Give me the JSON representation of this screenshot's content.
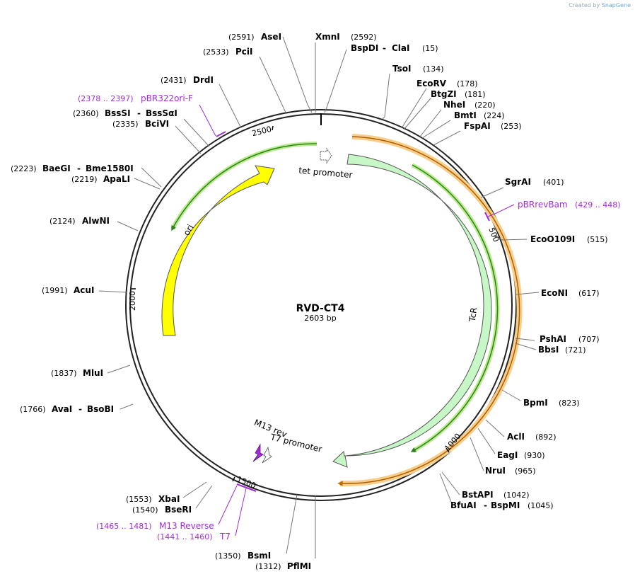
{
  "credit": {
    "prefix": "Created by",
    "brand": "SnapGene"
  },
  "plasmid": {
    "name": "RVD-CT4",
    "length_label": "2603 bp"
  },
  "ticks": [
    {
      "label": "500"
    },
    {
      "label": "1000"
    },
    {
      "label": "1500"
    },
    {
      "label": "2000"
    },
    {
      "label": "2500"
    }
  ],
  "features": [
    {
      "name": "tet promoter",
      "color": "#ffffff"
    },
    {
      "name": "TcR",
      "color": "#c7f7c7"
    },
    {
      "name": "ori",
      "color": "#ffff00"
    },
    {
      "name": "M13 rev",
      "color": "#a32cd6"
    },
    {
      "name": "T7 promoter",
      "color": "#ffffff"
    }
  ],
  "sites": [
    {
      "enzyme": "XmnI",
      "pos": "(2592)"
    },
    {
      "enzyme": "BspDI",
      "enzyme2": "ClaI",
      "pos": "(15)"
    },
    {
      "enzyme": "TsoI",
      "pos": "(134)"
    },
    {
      "enzyme": "EcoRV",
      "pos": "(178)"
    },
    {
      "enzyme": "BtgZI",
      "pos": "(181)"
    },
    {
      "enzyme": "NheI",
      "pos": "(220)"
    },
    {
      "enzyme": "BmtI",
      "pos": "(224)"
    },
    {
      "enzyme": "FspAI",
      "pos": "(253)"
    },
    {
      "enzyme": "SgrAI",
      "pos": "(401)"
    },
    {
      "enzyme": "EcoO109I",
      "pos": "(515)"
    },
    {
      "enzyme": "EcoNI",
      "pos": "(617)"
    },
    {
      "enzyme": "PshAI",
      "pos": "(707)"
    },
    {
      "enzyme": "BbsI",
      "pos": "(721)"
    },
    {
      "enzyme": "BpmI",
      "pos": "(823)"
    },
    {
      "enzyme": "AclI",
      "pos": "(892)"
    },
    {
      "enzyme": "EagI",
      "pos": "(930)"
    },
    {
      "enzyme": "NruI",
      "pos": "(965)"
    },
    {
      "enzyme": "BstAPI",
      "pos": "(1042)"
    },
    {
      "enzyme": "BfuAI",
      "enzyme2": "BspMI",
      "pos": "(1045)"
    },
    {
      "enzyme": "PflMI",
      "pos": "(1312)"
    },
    {
      "enzyme": "BsmI",
      "pos": "(1350)"
    },
    {
      "enzyme": "BseRI",
      "pos": "(1540)"
    },
    {
      "enzyme": "XbaI",
      "pos": "(1553)"
    },
    {
      "enzyme": "AvaI",
      "enzyme2": "BsoBI",
      "pos": "(1766)"
    },
    {
      "enzyme": "MluI",
      "pos": "(1837)"
    },
    {
      "enzyme": "AcuI",
      "pos": "(1991)"
    },
    {
      "enzyme": "AlwNI",
      "pos": "(2124)"
    },
    {
      "enzyme": "ApaLI",
      "pos": "(2219)"
    },
    {
      "enzyme": "BaeGI",
      "enzyme2": "Bme1580I",
      "pos": "(2223)"
    },
    {
      "enzyme": "BciVI",
      "pos": "(2335)"
    },
    {
      "enzyme": "BssSI",
      "enzyme2": "BssSαI",
      "pos": "(2360)"
    },
    {
      "enzyme": "DrdI",
      "pos": "(2431)"
    },
    {
      "enzyme": "PciI",
      "pos": "(2533)"
    },
    {
      "enzyme": "AseI",
      "pos": "(2591)"
    }
  ],
  "primers": [
    {
      "name": "pBRrevBam",
      "pos": "(429 .. 448)"
    },
    {
      "name": "pBR322ori-F",
      "pos": "(2378 .. 2397)"
    },
    {
      "name": "M13 Reverse",
      "pos": "(1465 .. 1481)"
    },
    {
      "name": "T7",
      "pos": "(1441 .. 1460)"
    }
  ],
  "colors": {
    "primer": "#a32cd6",
    "primer_track": "#f5b342",
    "backbone": "#222222"
  }
}
